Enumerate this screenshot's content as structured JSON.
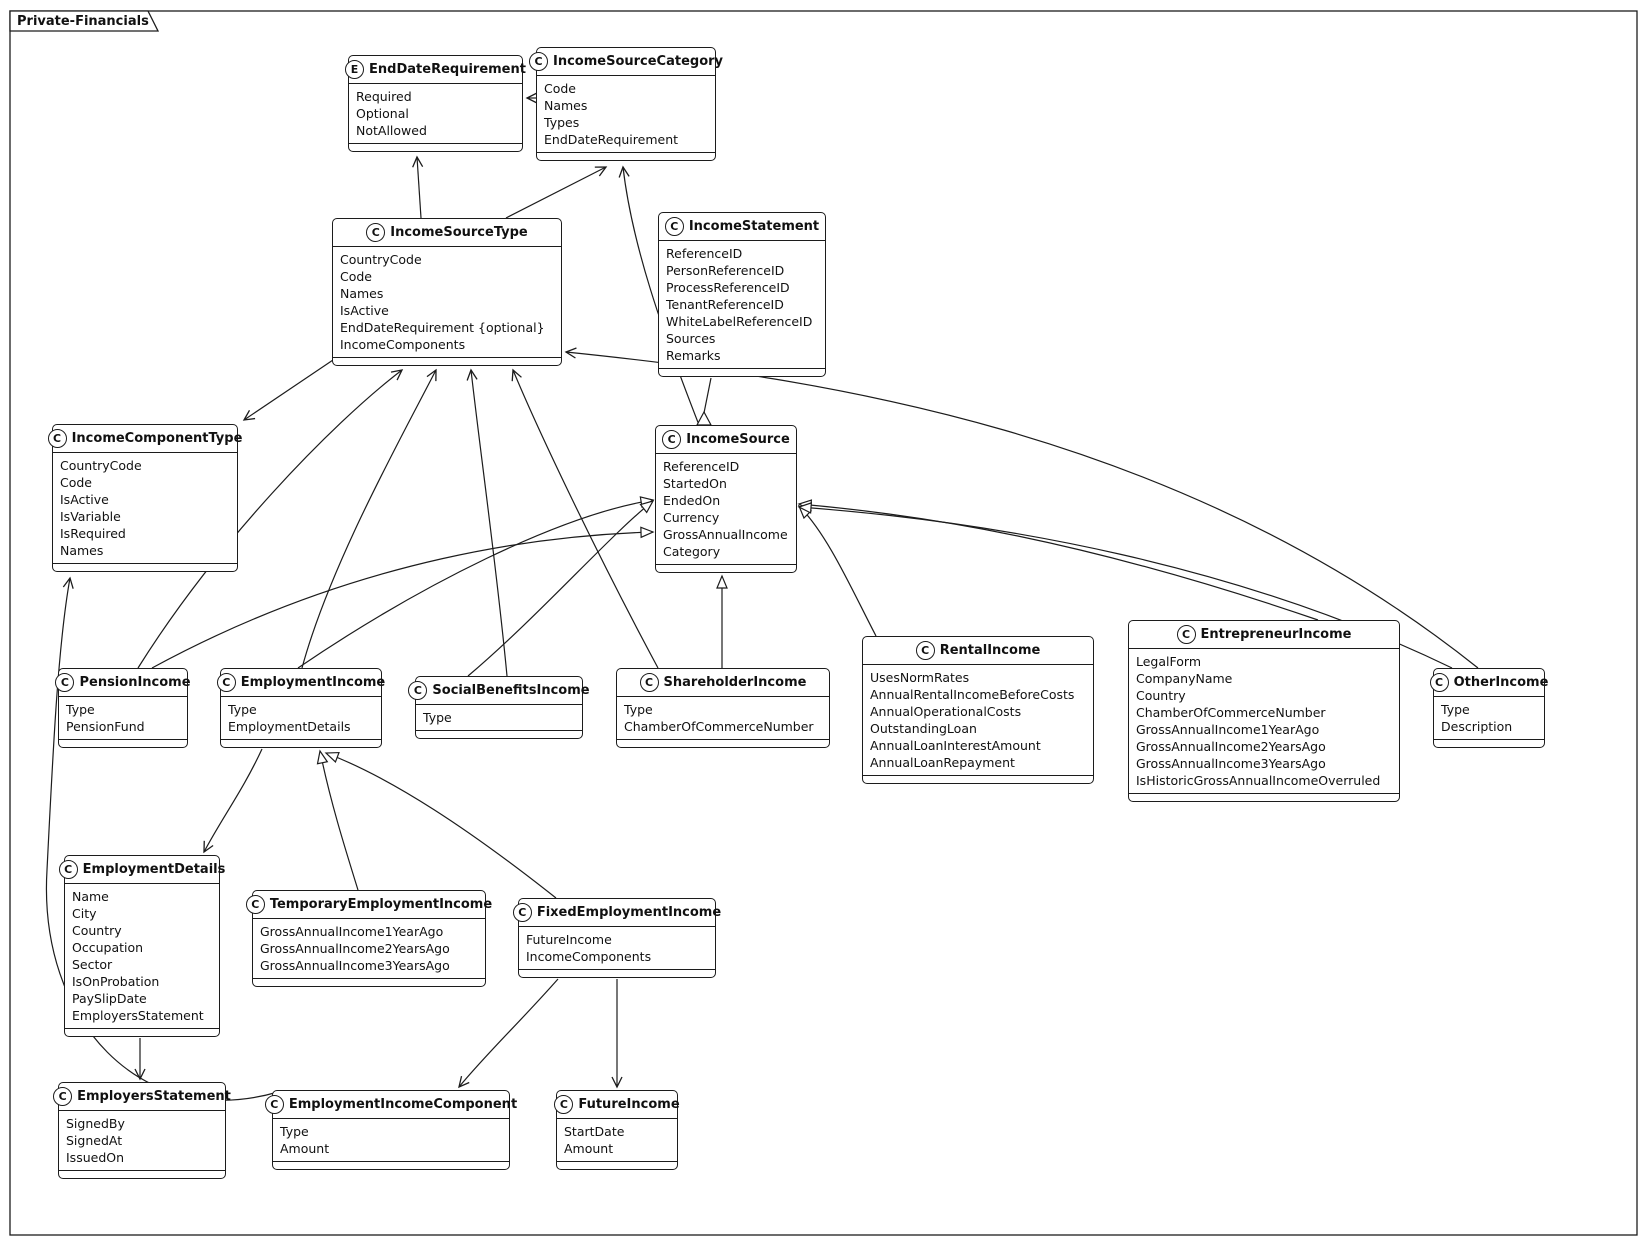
{
  "frame": {
    "title": "Private-Financials"
  },
  "colors": {
    "line": "#1c1c1c",
    "background": "#ffffff"
  },
  "classes": [
    {
      "id": "EndDateRequirement",
      "stereotype": "E",
      "name": "EndDateRequirement",
      "attributes": [
        "Required",
        "Optional",
        "NotAllowed"
      ]
    },
    {
      "id": "IncomeSourceCategory",
      "stereotype": "C",
      "name": "IncomeSourceCategory",
      "attributes": [
        "Code",
        "Names",
        "Types",
        "EndDateRequirement"
      ]
    },
    {
      "id": "IncomeSourceType",
      "stereotype": "C",
      "name": "IncomeSourceType",
      "attributes": [
        "CountryCode",
        "Code",
        "Names",
        "IsActive",
        "EndDateRequirement {optional}",
        "IncomeComponents"
      ]
    },
    {
      "id": "IncomeStatement",
      "stereotype": "C",
      "name": "IncomeStatement",
      "attributes": [
        "ReferenceID",
        "PersonReferenceID",
        "ProcessReferenceID",
        "TenantReferenceID",
        "WhiteLabelReferenceID",
        "Sources",
        "Remarks"
      ]
    },
    {
      "id": "IncomeComponentType",
      "stereotype": "C",
      "name": "IncomeComponentType",
      "attributes": [
        "CountryCode",
        "Code",
        "IsActive",
        "IsVariable",
        "IsRequired",
        "Names"
      ]
    },
    {
      "id": "IncomeSource",
      "stereotype": "C",
      "name": "IncomeSource",
      "attributes": [
        "ReferenceID",
        "StartedOn",
        "EndedOn",
        "Currency",
        "GrossAnnualIncome",
        "Category"
      ]
    },
    {
      "id": "PensionIncome",
      "stereotype": "C",
      "name": "PensionIncome",
      "attributes": [
        "Type",
        "PensionFund"
      ]
    },
    {
      "id": "EmploymentIncome",
      "stereotype": "C",
      "name": "EmploymentIncome",
      "attributes": [
        "Type",
        "EmploymentDetails"
      ]
    },
    {
      "id": "SocialBenefitsIncome",
      "stereotype": "C",
      "name": "SocialBenefitsIncome",
      "attributes": [
        "Type"
      ]
    },
    {
      "id": "ShareholderIncome",
      "stereotype": "C",
      "name": "ShareholderIncome",
      "attributes": [
        "Type",
        "ChamberOfCommerceNumber"
      ]
    },
    {
      "id": "RentalIncome",
      "stereotype": "C",
      "name": "RentalIncome",
      "attributes": [
        "UsesNormRates",
        "AnnualRentalIncomeBeforeCosts",
        "AnnualOperationalCosts",
        "OutstandingLoan",
        "AnnualLoanInterestAmount",
        "AnnualLoanRepayment"
      ]
    },
    {
      "id": "EntrepreneurIncome",
      "stereotype": "C",
      "name": "EntrepreneurIncome",
      "attributes": [
        "LegalForm",
        "CompanyName",
        "Country",
        "ChamberOfCommerceNumber",
        "GrossAnnualIncome1YearAgo",
        "GrossAnnualIncome2YearsAgo",
        "GrossAnnualIncome3YearsAgo",
        "IsHistoricGrossAnnualIncomeOverruled"
      ]
    },
    {
      "id": "OtherIncome",
      "stereotype": "C",
      "name": "OtherIncome",
      "attributes": [
        "Type",
        "Description"
      ]
    },
    {
      "id": "EmploymentDetails",
      "stereotype": "C",
      "name": "EmploymentDetails",
      "attributes": [
        "Name",
        "City",
        "Country",
        "Occupation",
        "Sector",
        "IsOnProbation",
        "PaySlipDate",
        "EmployersStatement"
      ]
    },
    {
      "id": "TemporaryEmploymentIncome",
      "stereotype": "C",
      "name": "TemporaryEmploymentIncome",
      "attributes": [
        "GrossAnnualIncome1YearAgo",
        "GrossAnnualIncome2YearsAgo",
        "GrossAnnualIncome3YearsAgo"
      ]
    },
    {
      "id": "FixedEmploymentIncome",
      "stereotype": "C",
      "name": "FixedEmploymentIncome",
      "attributes": [
        "FutureIncome",
        "IncomeComponents"
      ]
    },
    {
      "id": "EmployersStatement",
      "stereotype": "C",
      "name": "EmployersStatement",
      "attributes": [
        "SignedBy",
        "SignedAt",
        "IssuedOn"
      ]
    },
    {
      "id": "EmploymentIncomeComponent",
      "stereotype": "C",
      "name": "EmploymentIncomeComponent",
      "attributes": [
        "Type",
        "Amount"
      ]
    },
    {
      "id": "FutureIncome",
      "stereotype": "C",
      "name": "FutureIncome",
      "attributes": [
        "StartDate",
        "Amount"
      ]
    }
  ],
  "relationships": [
    {
      "from": "IncomeSourceCategory",
      "to": "EndDateRequirement",
      "kind": "association"
    },
    {
      "from": "IncomeSourceType",
      "to": "EndDateRequirement",
      "kind": "association"
    },
    {
      "from": "IncomeSourceType",
      "to": "IncomeSourceCategory",
      "kind": "association"
    },
    {
      "from": "IncomeSource",
      "to": "IncomeSourceCategory",
      "kind": "association"
    },
    {
      "from": "IncomeStatement",
      "to": "IncomeSource",
      "kind": "association"
    },
    {
      "from": "IncomeSourceType",
      "to": "IncomeComponentType",
      "kind": "association"
    },
    {
      "from": "EmploymentIncomeComponent",
      "to": "IncomeComponentType",
      "kind": "association"
    },
    {
      "from": "PensionIncome",
      "to": "IncomeSourceType",
      "kind": "association"
    },
    {
      "from": "EmploymentIncome",
      "to": "IncomeSourceType",
      "kind": "association"
    },
    {
      "from": "SocialBenefitsIncome",
      "to": "IncomeSourceType",
      "kind": "association"
    },
    {
      "from": "ShareholderIncome",
      "to": "IncomeSourceType",
      "kind": "association"
    },
    {
      "from": "OtherIncome",
      "to": "IncomeSourceType",
      "kind": "association"
    },
    {
      "from": "PensionIncome",
      "to": "IncomeSource",
      "kind": "generalization"
    },
    {
      "from": "EmploymentIncome",
      "to": "IncomeSource",
      "kind": "generalization"
    },
    {
      "from": "SocialBenefitsIncome",
      "to": "IncomeSource",
      "kind": "generalization"
    },
    {
      "from": "ShareholderIncome",
      "to": "IncomeSource",
      "kind": "generalization"
    },
    {
      "from": "RentalIncome",
      "to": "IncomeSource",
      "kind": "generalization"
    },
    {
      "from": "EntrepreneurIncome",
      "to": "IncomeSource",
      "kind": "generalization"
    },
    {
      "from": "OtherIncome",
      "to": "IncomeSource",
      "kind": "generalization"
    },
    {
      "from": "TemporaryEmploymentIncome",
      "to": "EmploymentIncome",
      "kind": "generalization"
    },
    {
      "from": "FixedEmploymentIncome",
      "to": "EmploymentIncome",
      "kind": "generalization"
    },
    {
      "from": "EmploymentIncome",
      "to": "EmploymentDetails",
      "kind": "association"
    },
    {
      "from": "EmploymentDetails",
      "to": "EmployersStatement",
      "kind": "association"
    },
    {
      "from": "FixedEmploymentIncome",
      "to": "FutureIncome",
      "kind": "association"
    },
    {
      "from": "FixedEmploymentIncome",
      "to": "EmploymentIncomeComponent",
      "kind": "association"
    }
  ]
}
